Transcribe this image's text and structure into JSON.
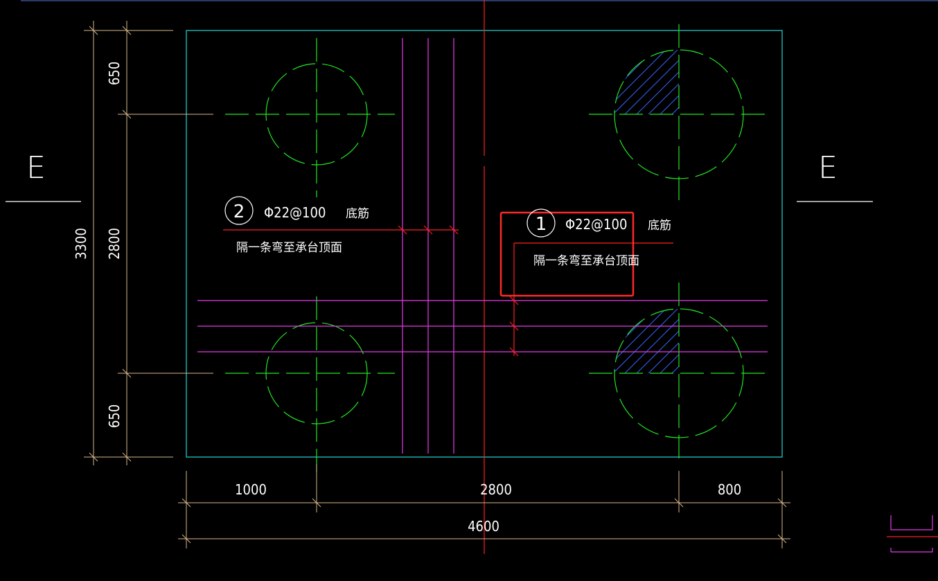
{
  "drawing": {
    "section_marks": {
      "left": "E",
      "right": "E"
    },
    "dimensions": {
      "left_total": "3300",
      "left_top": "650",
      "left_middle": "2800",
      "left_bottom": "650",
      "bottom_left": "1000",
      "bottom_middle": "2800",
      "bottom_right": "800",
      "bottom_total": "4600"
    },
    "rebar_labels": [
      {
        "number": "2",
        "spec": "Φ22@100",
        "type": "底筋",
        "note": "隔一条弯至承台顶面"
      },
      {
        "number": "1",
        "spec": "Φ22@100",
        "type": "底筋",
        "note": "隔一条弯至承台顶面"
      }
    ],
    "colors": {
      "background": "#000000",
      "outline": "#24d6d6",
      "pile_centerlines": "#22e822",
      "rebar": "#e838e8",
      "axis_and_leaders": "#ff2020",
      "dimensions": "#d8b88c",
      "hatch": "#3a64ff",
      "highlight_box": "#ff2020"
    }
  }
}
